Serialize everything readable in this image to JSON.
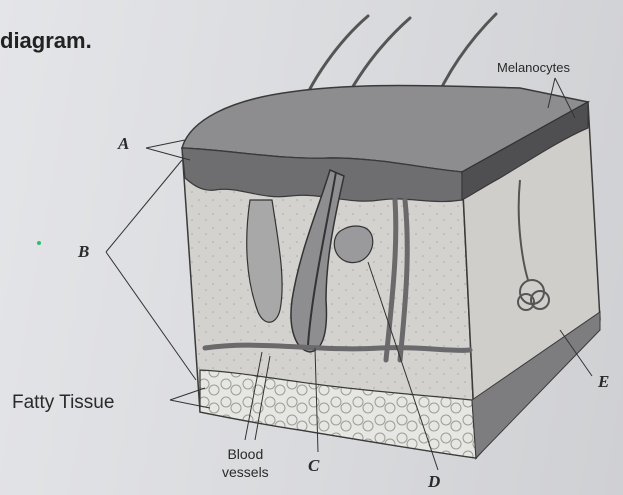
{
  "heading": "diagram.",
  "labels": {
    "melanocytes": "Melanocytes",
    "a": "A",
    "b": "B",
    "c": "C",
    "d": "D",
    "e": "E",
    "fatty_tissue": "Fatty Tissue",
    "blood_vessels_line1": "Blood",
    "blood_vessels_line2": "vessels"
  },
  "colors": {
    "background": "#dcdde0",
    "epidermis": "#6e6e70",
    "dermis": "#d2d1cd",
    "fat": "#e9e9e6",
    "outline": "#3a3a3a"
  }
}
